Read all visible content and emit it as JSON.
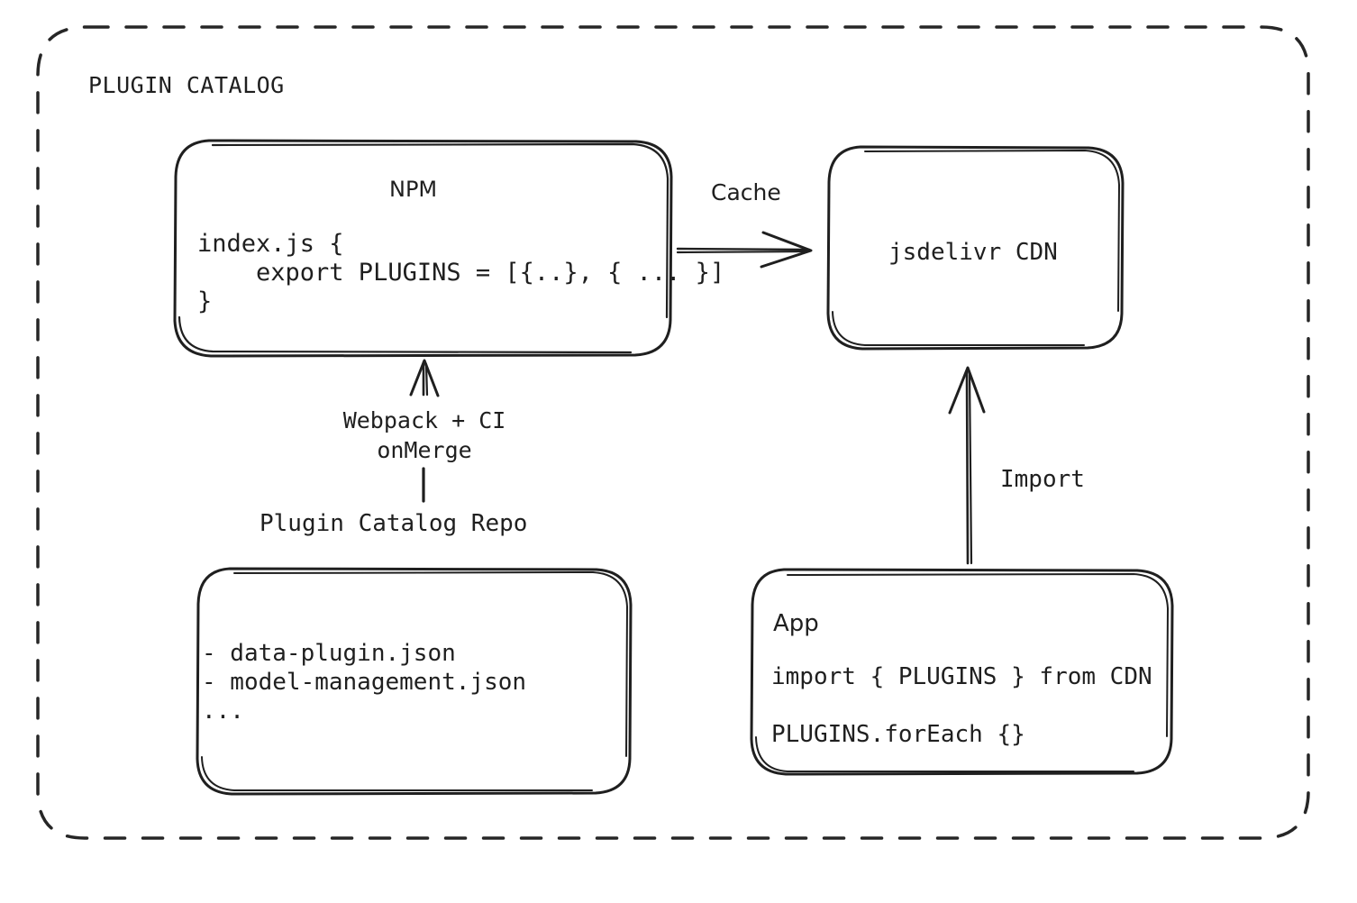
{
  "diagram": {
    "group": {
      "title": "PLUGIN CATALOG",
      "border_style": "dashed",
      "border_color": "#262626"
    },
    "nodes": {
      "npm": {
        "title": "NPM",
        "code": "index.js {\n    export PLUGINS = [{..}, { ... }]\n}"
      },
      "cdn": {
        "title": "jsdelivr CDN"
      },
      "repo": {
        "caption": "Plugin Catalog Repo",
        "files": "- data-plugin.json\n- model-management.json\n..."
      },
      "app": {
        "title": "App",
        "line1": "import { PLUGINS } from CDN",
        "line2": "PLUGINS.forEach {}"
      }
    },
    "edges": {
      "cache": {
        "label": "Cache",
        "from": "npm",
        "to": "cdn"
      },
      "build": {
        "label": "Webpack + CI\nonMerge",
        "from": "repo",
        "to": "npm"
      },
      "import": {
        "label": "Import",
        "from": "app",
        "to": "cdn"
      }
    },
    "colors": {
      "stroke": "#1f1f1f",
      "background": "#ffffff",
      "text": "#1f1f1f"
    }
  }
}
